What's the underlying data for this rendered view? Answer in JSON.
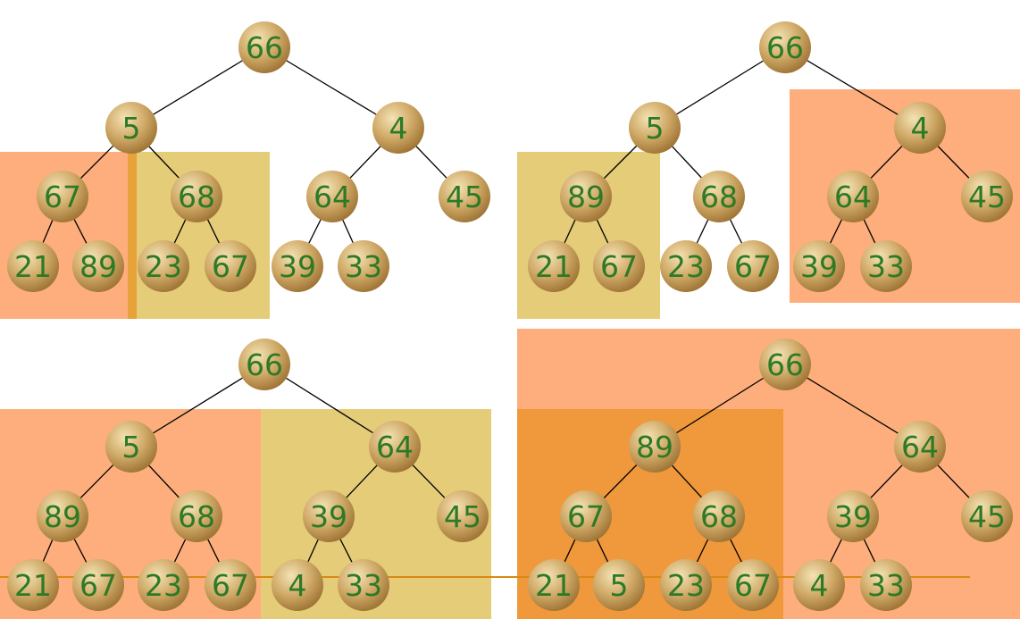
{
  "colors": {
    "background": "#ffffff",
    "box_salmon": "#fdae7c",
    "box_khaki": "#e5cc78",
    "box_dark_orange": "#ef983c",
    "divider": "#e8a23a",
    "edge": "#000000",
    "node_light": "#f4e3b4",
    "node_mid": "#cfa866",
    "node_dark": "#9c7232",
    "node_text": "#2c7a26",
    "line_orange": "#d98a14"
  },
  "panels": [
    {
      "id": "top-left-tree",
      "nodes": [
        "66",
        "5",
        "4",
        "67",
        "68",
        "64",
        "45",
        "21",
        "89",
        "23",
        "67",
        "39",
        "33"
      ]
    },
    {
      "id": "top-right-tree",
      "nodes": [
        "66",
        "5",
        "4",
        "89",
        "68",
        "64",
        "45",
        "21",
        "67",
        "23",
        "67",
        "39",
        "33"
      ]
    },
    {
      "id": "bottom-left-tree",
      "nodes": [
        "66",
        "5",
        "64",
        "89",
        "68",
        "39",
        "45",
        "21",
        "67",
        "23",
        "67",
        "4",
        "33"
      ]
    },
    {
      "id": "bottom-right-tree",
      "nodes": [
        "66",
        "89",
        "64",
        "67",
        "68",
        "39",
        "45",
        "21",
        "5",
        "23",
        "67",
        "4",
        "33"
      ]
    }
  ]
}
